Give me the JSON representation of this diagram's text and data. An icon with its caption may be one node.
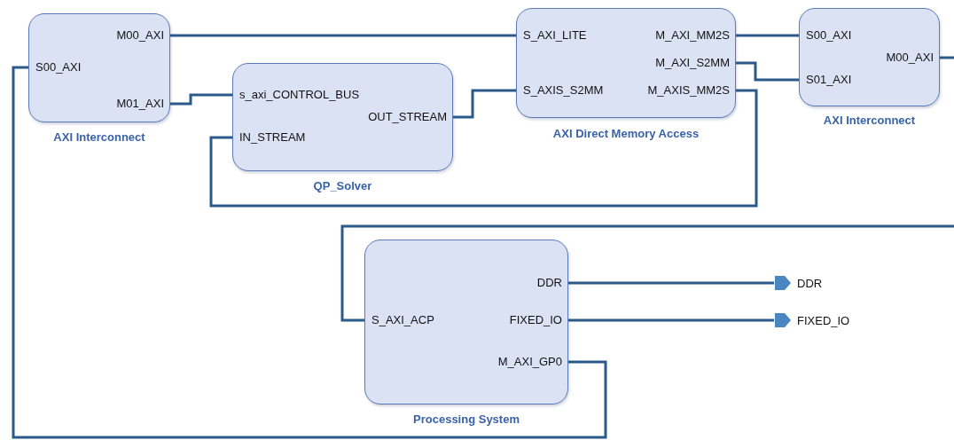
{
  "diagram": {
    "nodes": [
      {
        "text": [
          "AXI Interconnect"
        ]
      },
      {
        "text": [
          "S00_AXI"
        ],
        "in": 0
      },
      {
        "text": [
          "M00_AXI"
        ],
        "in": 0
      },
      {
        "text": [
          "M01_AXI"
        ],
        "in": 0
      },
      {
        "text": [
          "QP_Solver"
        ]
      },
      {
        "text": [
          "s_axi_CONTROL_BUS"
        ],
        "in": 4
      },
      {
        "text": [
          "OUT_STREAM"
        ],
        "in": 4
      },
      {
        "text": [
          "IN_STREAM"
        ],
        "in": 4
      },
      {
        "text": [
          "AXI Direct Memory Access"
        ]
      },
      {
        "text": [
          "S_AXI_LITE"
        ],
        "in": 8
      },
      {
        "text": [
          "M_AXI_MM2S"
        ],
        "in": 8
      },
      {
        "text": [
          "M_AXI_S2MM"
        ],
        "in": 8
      },
      {
        "text": [
          "S_AXIS_S2MM"
        ],
        "in": 8
      },
      {
        "text": [
          "M_AXIS_MM2S"
        ],
        "in": 8
      },
      {
        "text": [
          "AXI Interconnect"
        ]
      },
      {
        "text": [
          "S00_AXI"
        ],
        "in": 14
      },
      {
        "text": [
          "M00_AXI"
        ],
        "in": 14
      },
      {
        "text": [
          "S01_AXI"
        ],
        "in": 14
      },
      {
        "text": [
          "Processing System"
        ]
      },
      {
        "text": [
          "DDR"
        ],
        "in": 18
      },
      {
        "text": [
          "S_AXI_ACP"
        ],
        "in": 18
      },
      {
        "text": [
          "FIXED_IO"
        ],
        "in": 18
      },
      {
        "text": [
          "M_AXI_GP0"
        ],
        "in": 18
      },
      {
        "text": [
          "DDR"
        ]
      },
      {
        "text": [
          "FIXED_IO"
        ]
      }
    ],
    "edges": [
      {
        "from": 2,
        "to": 9,
        "arrow": "none"
      },
      {
        "from": 3,
        "to": 5,
        "arrow": "none"
      },
      {
        "from": 6,
        "to": 12,
        "arrow": "none"
      },
      {
        "from": 13,
        "to": 7,
        "arrow": "none"
      },
      {
        "from": 10,
        "to": 15,
        "arrow": "none"
      },
      {
        "from": 11,
        "to": 17,
        "arrow": "none"
      },
      {
        "from": 22,
        "to": 1,
        "arrow": "none"
      },
      {
        "from": 19,
        "to": 23,
        "arrow": "none"
      },
      {
        "from": 21,
        "to": 24,
        "arrow": "none"
      },
      {
        "from": 16,
        "to": null,
        "arrow": "none"
      },
      {
        "from": null,
        "to": 20,
        "arrow": "none"
      }
    ]
  }
}
